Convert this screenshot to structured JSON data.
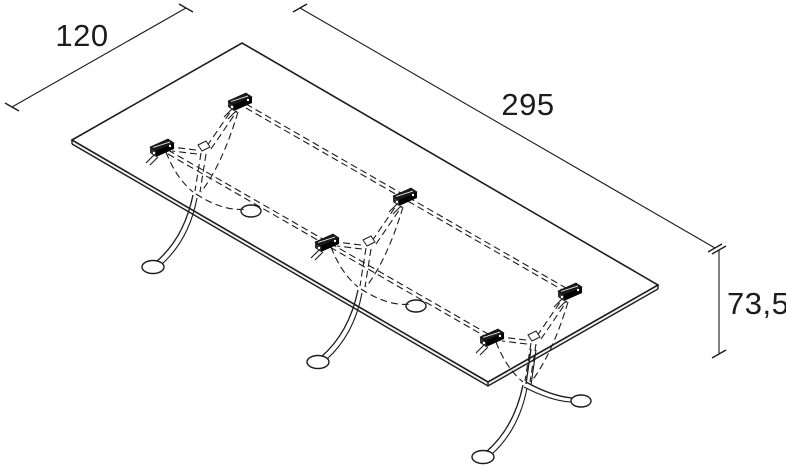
{
  "diagram": {
    "dimension_labels": {
      "width": "120",
      "length": "295",
      "height": "73,5"
    },
    "colors": {
      "line": "#1c1c1c",
      "background": "#ffffff"
    }
  }
}
